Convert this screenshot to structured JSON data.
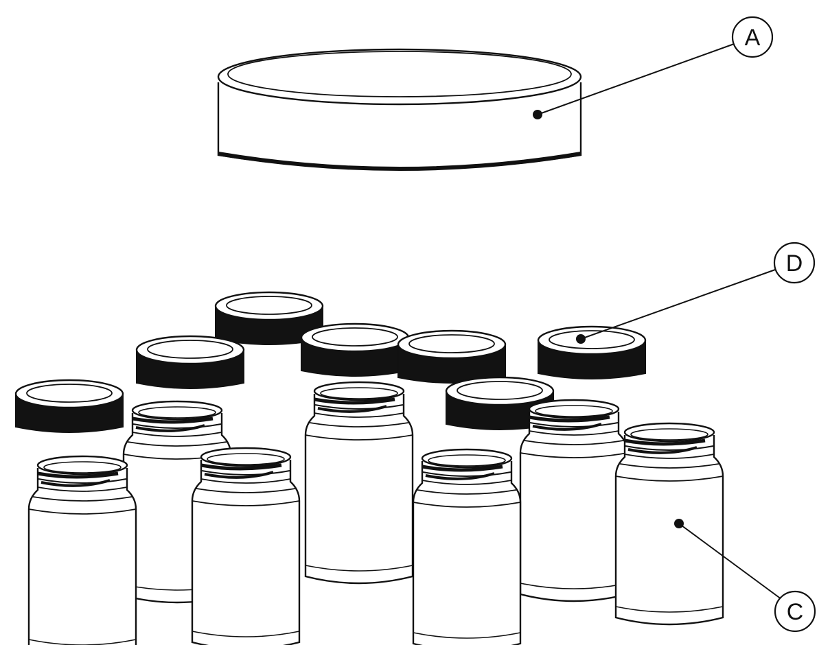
{
  "colors": {
    "ink": "#111111",
    "paper": "#ffffff",
    "cap_band": "#121212"
  },
  "callouts": {
    "a": {
      "label": "A",
      "target": "large-lid"
    },
    "d": {
      "label": "D",
      "target": "small-cap-top"
    },
    "c": {
      "label": "C",
      "target": "jar-body"
    }
  }
}
